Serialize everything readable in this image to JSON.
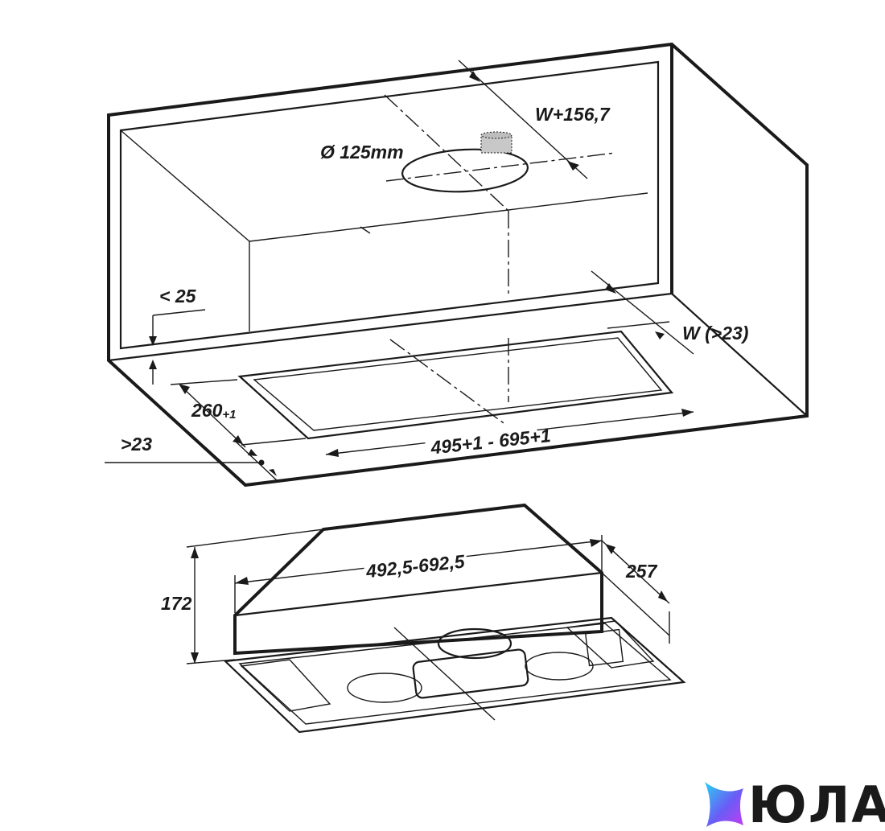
{
  "diagram": {
    "cabinet_labels": {
      "duct_diameter": "Ø 125mm",
      "depth_offset": "W+156,7",
      "gap_top": "< 25",
      "wall_thickness": "W (>23)",
      "cutout_depth_main": "260",
      "cutout_depth_tol": "+1",
      "front_offset": ">23",
      "cutout_width": "495+1 - 695+1"
    },
    "hood_labels": {
      "width": "492,5-692,5",
      "depth": "257",
      "height": "172"
    }
  },
  "logo": {
    "text": "ЮЛА",
    "colors": [
      "#2ad0f2",
      "#6a5cf6",
      "#c43cf0"
    ]
  }
}
